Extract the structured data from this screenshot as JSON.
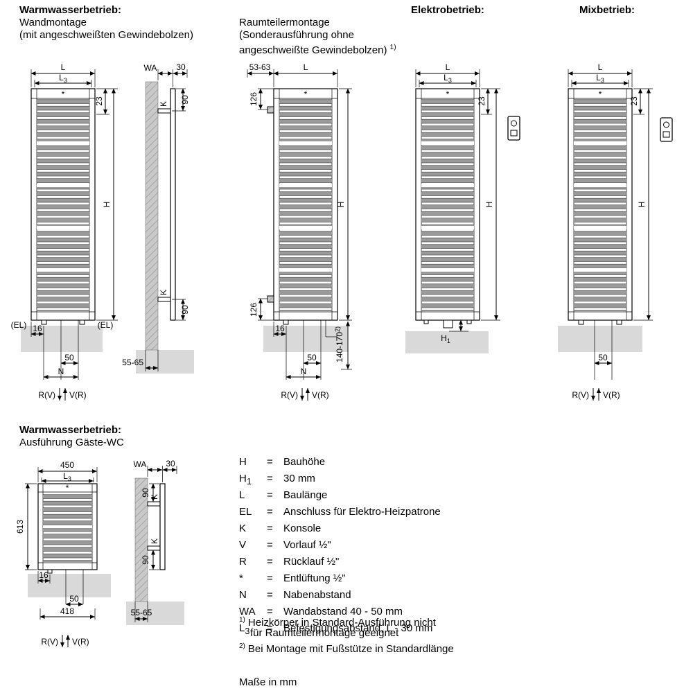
{
  "headings": {
    "ww_wall": {
      "title": "Warmwasserbetrieb:",
      "line1": "Wandmontage",
      "line2": "(mit angeschweißten Gewindebolzen)"
    },
    "raumteiler": {
      "line1": "Raumteilermontage",
      "line2": "(Sonderausführung ohne",
      "line3": "angeschweißte Gewindebolzen)",
      "sup": "1)"
    },
    "elektro": "Elektrobetrieb:",
    "mix": "Mixbetrieb:",
    "ww_wc": {
      "title": "Warmwasserbetrieb:",
      "line1": "Ausführung Gäste-WC"
    }
  },
  "dims": {
    "L": "L",
    "L3_base": "L",
    "L3_sub": "3",
    "star": "*",
    "n23": "23",
    "H": "H",
    "H1_base": "H",
    "H1_sub": "1",
    "EL": "(EL)",
    "n16": "16",
    "n50": "50",
    "N": "N",
    "RV": "R(V)",
    "VR": "V(R)",
    "WA": "WA",
    "n30": "30",
    "n90": "90",
    "K": "K",
    "n5565": "55-65",
    "n5363": "53-63",
    "n126": "126",
    "n140170": "140-170",
    "sup2": "2)",
    "n450": "450",
    "n613": "613",
    "n418": "418"
  },
  "legend": {
    "eq": "=",
    "rows": [
      {
        "term": "H",
        "sub": "",
        "def": "Bauhöhe"
      },
      {
        "term": "H",
        "sub": "1",
        "def": "30 mm"
      },
      {
        "term": "L",
        "sub": "",
        "def": "Baulänge"
      },
      {
        "term": "EL",
        "sub": "",
        "def": "Anschluss für Elektro-Heizpatrone"
      },
      {
        "term": "K",
        "sub": "",
        "def": "Konsole"
      },
      {
        "term": "V",
        "sub": "",
        "def": "Vorlauf ½\""
      },
      {
        "term": "R",
        "sub": "",
        "def": "Rücklauf ½\""
      },
      {
        "term": "*",
        "sub": "",
        "def": "Entlüftung ½\""
      },
      {
        "term": "N",
        "sub": "",
        "def": "Nabenabstand"
      },
      {
        "term": "WA",
        "sub": "",
        "def": "Wandabstand 40 - 50 mm"
      },
      {
        "term": "L",
        "sub": "3",
        "def": "Befestigungsabstand, L - 30 mm"
      }
    ]
  },
  "footnotes": {
    "f1_sup": "1)",
    "f1_line1": "Heizkörper in Standard-Ausführung nicht",
    "f1_line2": "für Raumteilermontage geeignet",
    "f2_sup": "2)",
    "f2_line1": "Bei Montage mit Fußstütze in Standardlänge"
  },
  "footer": "Maße in mm"
}
